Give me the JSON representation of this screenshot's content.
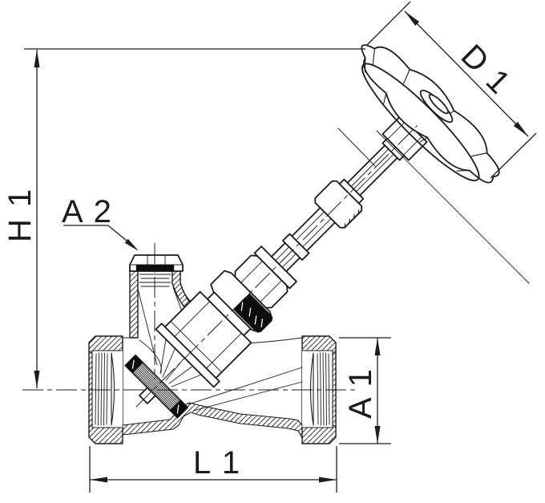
{
  "drawing": {
    "kind": "valve-sectional-technical-drawing",
    "colors": {
      "line": "#1c1c1c",
      "background": "#ffffff",
      "dark_fill": "#0d0d0d"
    },
    "labels": {
      "h1": "H 1",
      "d1": "D 1",
      "a2": "A 2",
      "a1": "A 1",
      "l1": "L 1"
    }
  }
}
